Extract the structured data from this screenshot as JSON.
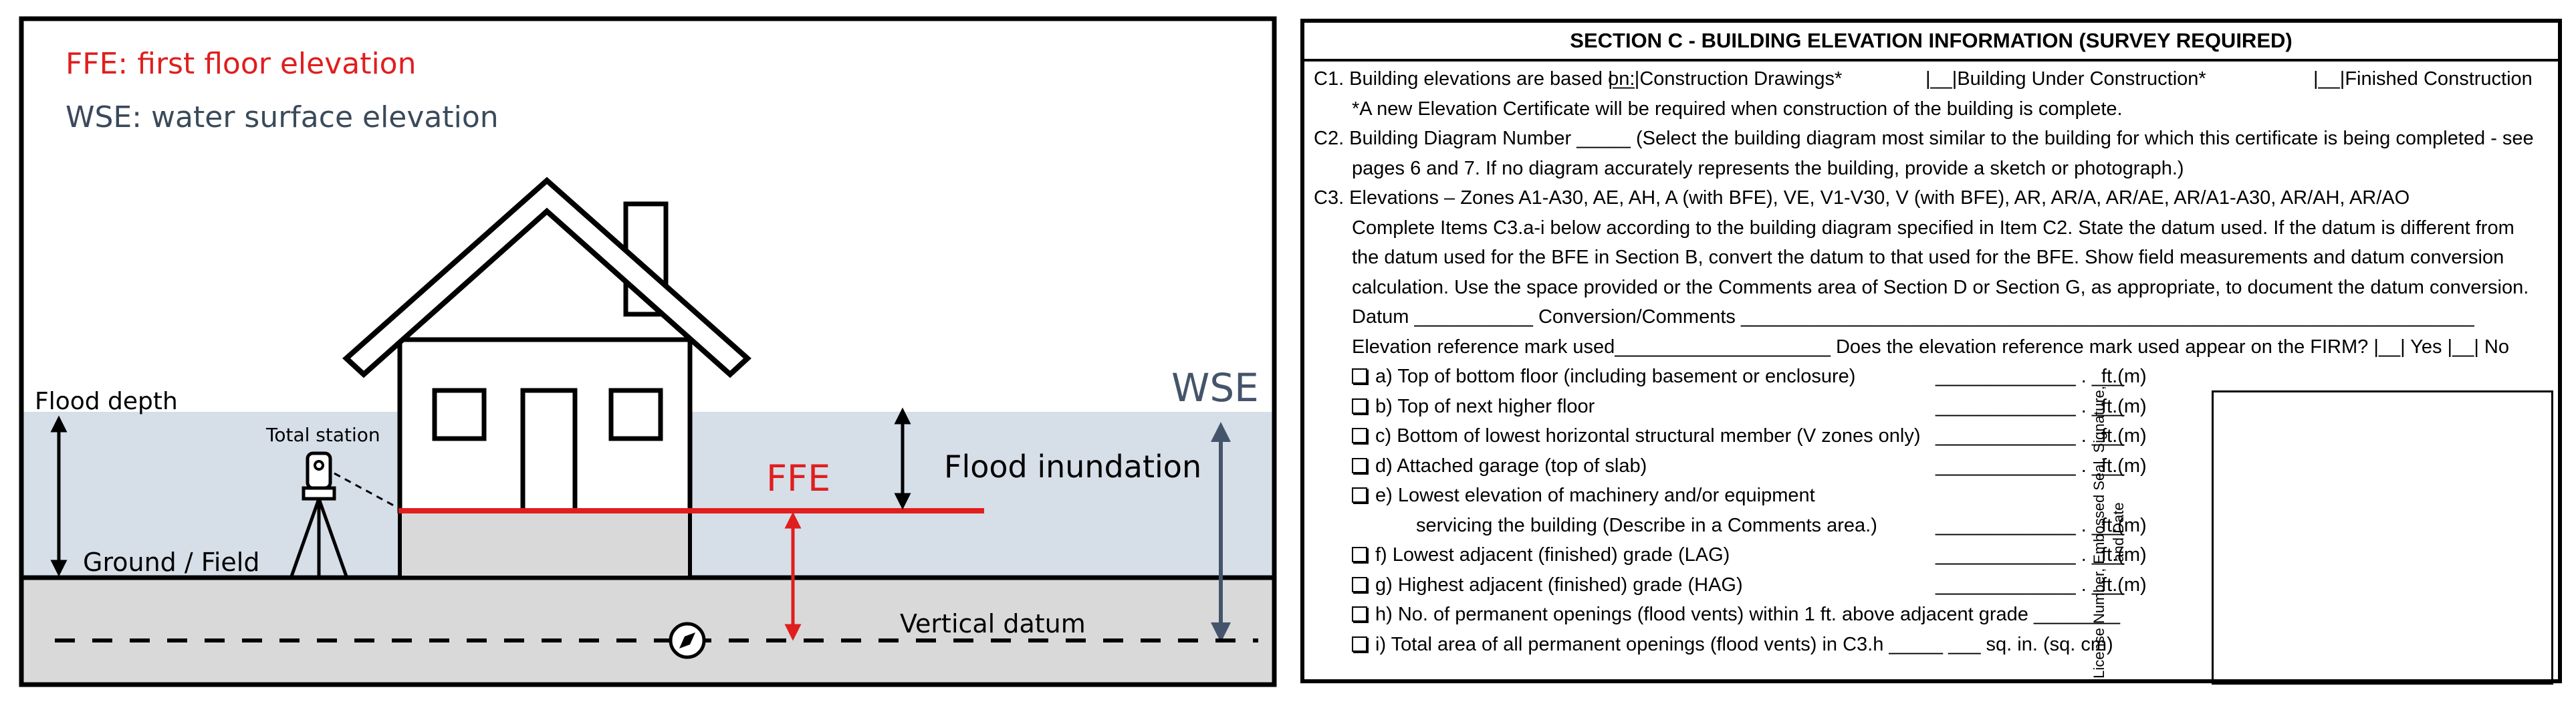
{
  "diagram": {
    "legend_ffe": "FFE: first floor elevation",
    "legend_wse": "WSE: water surface elevation",
    "flood_depth": "Flood depth",
    "total_station": "Total station",
    "ground": "Ground / Field",
    "ffe": "FFE",
    "flood_inundation": "Flood inundation",
    "wse": "WSE",
    "vertical_datum": "Vertical datum",
    "colors": {
      "red": "#e01e1e",
      "water": "#d6dee8",
      "ground": "#d9d9d9",
      "navy": "#44546a",
      "grey_text": "#3a4a5a"
    },
    "icons": {
      "benchmark": "compass-icon"
    }
  },
  "form": {
    "title": "SECTION C - BUILDING ELEVATION INFORMATION (SURVEY REQUIRED)",
    "c1": {
      "label": "C1. Building elevations are based on:",
      "opt1": "|__|Construction Drawings*",
      "opt2": "|__|Building Under Construction*",
      "opt3": "|__|Finished Construction",
      "note": "*A new Elevation Certificate will be required when construction of the building is complete."
    },
    "c2": {
      "line1": "C2. Building Diagram Number _____ (Select the building diagram most similar to the building for which this certificate is being completed - see",
      "line2": "pages 6 and 7.  If no diagram accurately represents the building, provide a sketch or photograph.)"
    },
    "c3": {
      "line1": "C3. Elevations – Zones A1-A30, AE, AH, A (with BFE), VE, V1-V30, V (with BFE), AR, AR/A, AR/AE, AR/A1-A30, AR/AH, AR/AO",
      "line2": "Complete Items C3.a-i below according to the building diagram specified in Item C2. State the datum used. If the datum is different from",
      "line3": "the datum used for the BFE in Section B, convert the datum to that used for the BFE. Show field measurements and datum conversion",
      "line4": "calculation.  Use the space provided or the Comments area of Section D or Section G, as appropriate, to document the datum conversion.",
      "datum": "Datum ___________     Conversion/Comments ____________________________________________________________________",
      "ref_mark": "Elevation reference mark used____________________  Does the elevation reference mark used appear on the FIRM?  |__| Yes   |__| No"
    },
    "value_blank": "_____________ . ___",
    "unit": "ft.(m)",
    "items": {
      "a": "a) Top of bottom floor (including basement or enclosure)",
      "b": "b) Top of next higher floor",
      "c": "c) Bottom of lowest horizontal structural member (V zones only)",
      "d": "d) Attached garage (top of slab)",
      "e1": "e) Lowest elevation of machinery and/or equipment",
      "e2": "servicing the building (Describe in a Comments area.)",
      "f": "f) Lowest adjacent (finished) grade (LAG)",
      "g": "g) Highest adjacent (finished) grade (HAG)",
      "h": "h) No. of permanent openings (flood vents) within 1 ft. above adjacent grade ________",
      "i": "i) Total area of all permanent openings (flood vents) in C3.h _____ ___ sq. in. (sq. cm)"
    },
    "seal_label": "License Number, Embossed Seal, Signature, and Date"
  }
}
